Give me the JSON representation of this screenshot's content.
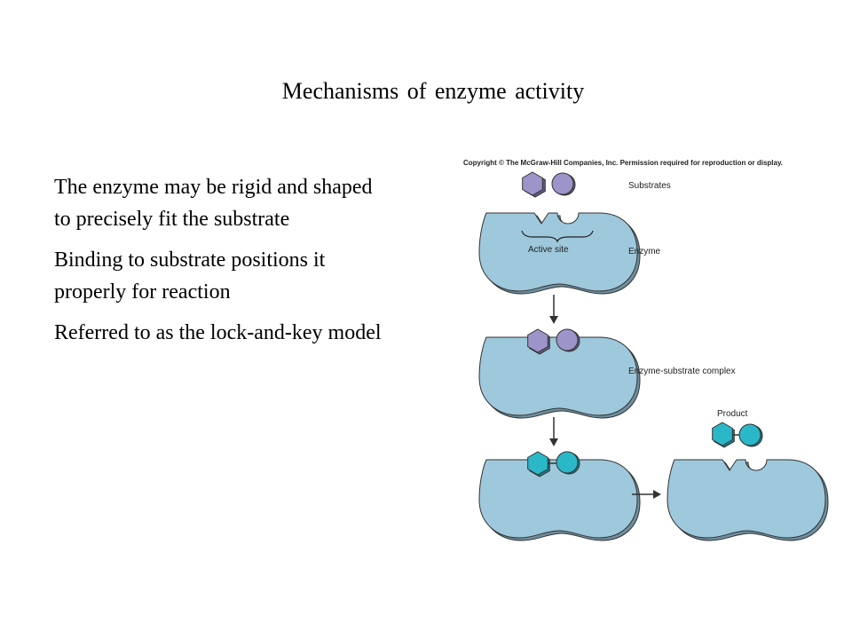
{
  "slide": {
    "title": "Mechanisms of enzyme activity",
    "bullets": [
      "The enzyme may be rigid and shaped to precisely fit the substrate",
      "Binding to substrate positions it properly for reaction",
      "Referred to as the lock-and-key model"
    ]
  },
  "diagram": {
    "copyright": "Copyright © The McGraw-Hill Companies, Inc. Permission required for reproduction or display.",
    "labels": {
      "substrates": "Substrates",
      "active_site": "Active site",
      "enzyme": "Enzyme",
      "complex": "Enzyme-substrate complex",
      "product": "Product"
    },
    "colors": {
      "enzyme": "#9ec8dc",
      "substrate": "#9d94c9",
      "bound_substrate": "#2ab8c8",
      "outline": "#333333"
    }
  }
}
